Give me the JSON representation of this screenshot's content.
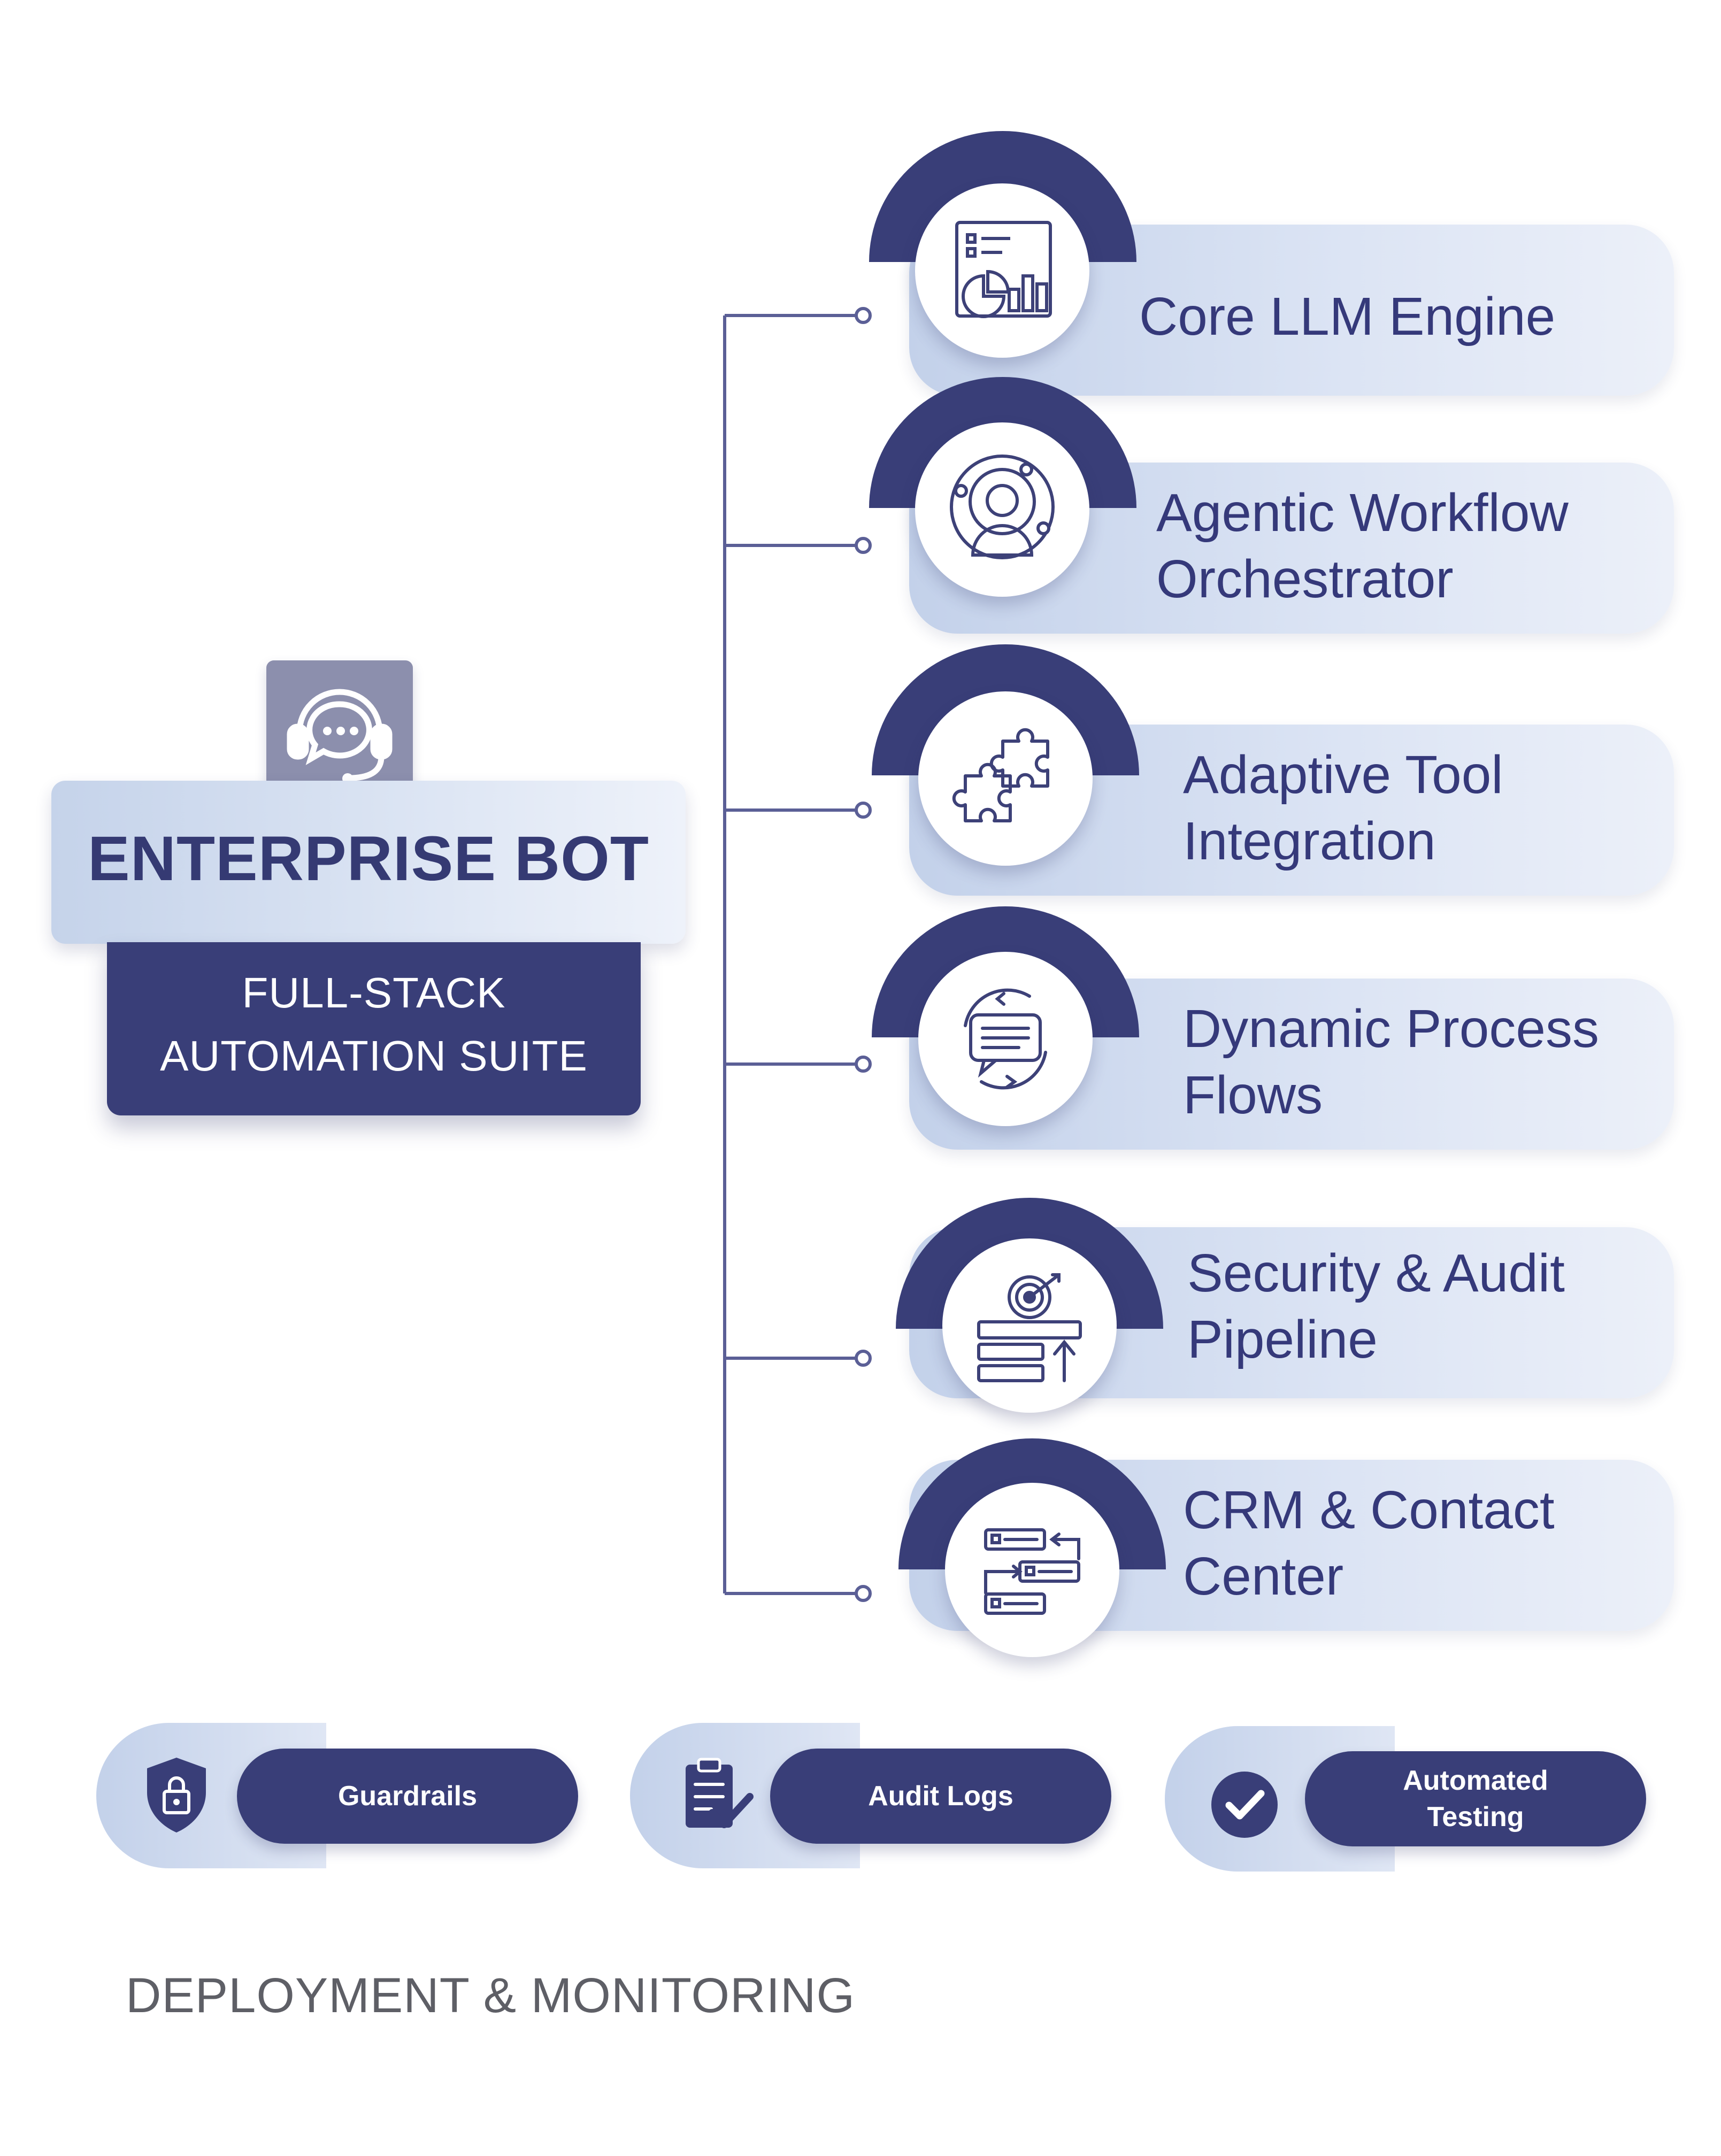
{
  "hero": {
    "title": "ENTERPRISE BOT",
    "subtitle_line1": "FULL-STACK",
    "subtitle_line2": "AUTOMATION SUITE",
    "icon": "headset-chat-icon"
  },
  "features": [
    {
      "line1": "Core LLM Engine",
      "line2": "",
      "icon": "dashboard-chart-icon"
    },
    {
      "line1": "Agentic Workflow",
      "line2": "Orchestrator",
      "icon": "user-network-icon"
    },
    {
      "line1": "Adaptive Tool",
      "line2": "Integration",
      "icon": "puzzle-icon"
    },
    {
      "line1": "Dynamic Process",
      "line2": "Flows",
      "icon": "chat-refresh-icon"
    },
    {
      "line1": "Security & Audit",
      "line2": "Pipeline",
      "icon": "target-stack-icon"
    },
    {
      "line1": "CRM & Contact",
      "line2": "Center",
      "icon": "flow-cards-icon"
    }
  ],
  "pills": [
    {
      "label": "Guardrails",
      "icon": "shield-lock-icon"
    },
    {
      "label": "Audit Logs",
      "icon": "clipboard-check-icon"
    },
    {
      "label_line1": "Automated",
      "label_line2": "Testing",
      "icon": "check-circle-icon"
    }
  ],
  "footer": "DEPLOYMENT & MONITORING",
  "colors": {
    "navy": "#393e78",
    "text_navy": "#35397a",
    "light_blue": "#c3d1ea",
    "gray_icon_bg": "#8c8fad",
    "footer_text": "#5e5f66"
  }
}
